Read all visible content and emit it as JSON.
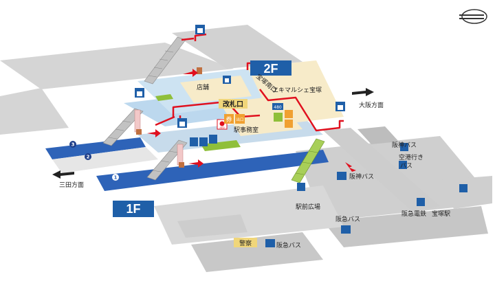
{
  "colors": {
    "ground": "#d9d9d9",
    "building": "#c9c9c9",
    "platform": "#2e63b8",
    "concourse": "#bcd8ee",
    "mall": "#f7ebc9",
    "route": "#e0101e",
    "floor_badge": "#1f5fa8",
    "rail": "#8fbf3a",
    "escalator": "#9a9a9a",
    "dark": "#555555"
  },
  "floors": {
    "upper": "2F",
    "ground": "1F"
  },
  "labels": {
    "shop": "店舗",
    "ticket_gate": "改札口",
    "station_office": "駅事務室",
    "ekimarche": "エキマルシェ宝塚",
    "connector": "宝塚南口",
    "osaka": "大阪方面",
    "sanda": "三田方面",
    "hanshin_bus_sign": "阪神バス",
    "airport_bus": "空港行き",
    "airport_bus_2": "バス",
    "hanshin_bus": "阪神バス",
    "station_square": "駅前広場",
    "hankyu_bus": "阪急バス",
    "hankyu_rail": "阪急電鉄",
    "takarazuka_station": "宝塚駅",
    "police": "警察",
    "hankyu_bus_2": "阪急バス"
  },
  "platform_numbers": [
    "1",
    "2",
    "3"
  ],
  "icons": {
    "shop_icon": "bag-icon",
    "ticket": "券",
    "exit_sign": "出口",
    "aed": "AED",
    "badge_480": "480"
  }
}
